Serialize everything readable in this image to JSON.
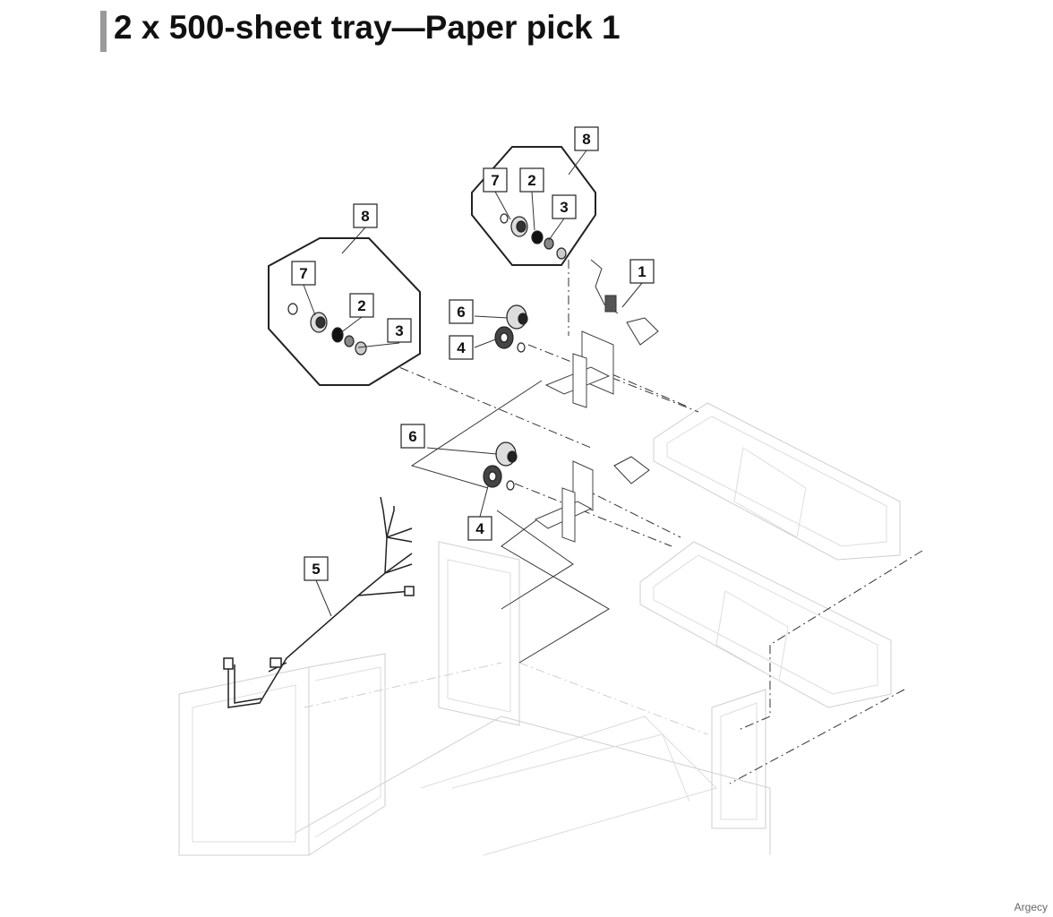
{
  "page": {
    "title": "2 x 500-sheet tray—Paper pick 1",
    "watermark": "Argecy"
  },
  "callouts": [
    {
      "id": "c8a",
      "label": "8"
    },
    {
      "id": "c7a",
      "label": "7"
    },
    {
      "id": "c2a",
      "label": "2"
    },
    {
      "id": "c3a",
      "label": "3"
    },
    {
      "id": "c1",
      "label": "1"
    },
    {
      "id": "c8b",
      "label": "8"
    },
    {
      "id": "c7b",
      "label": "7"
    },
    {
      "id": "c2b",
      "label": "2"
    },
    {
      "id": "c3b",
      "label": "3"
    },
    {
      "id": "c6a",
      "label": "6"
    },
    {
      "id": "c4a",
      "label": "4"
    },
    {
      "id": "c6b",
      "label": "6"
    },
    {
      "id": "c4b",
      "label": "4"
    },
    {
      "id": "c5",
      "label": "5"
    }
  ]
}
